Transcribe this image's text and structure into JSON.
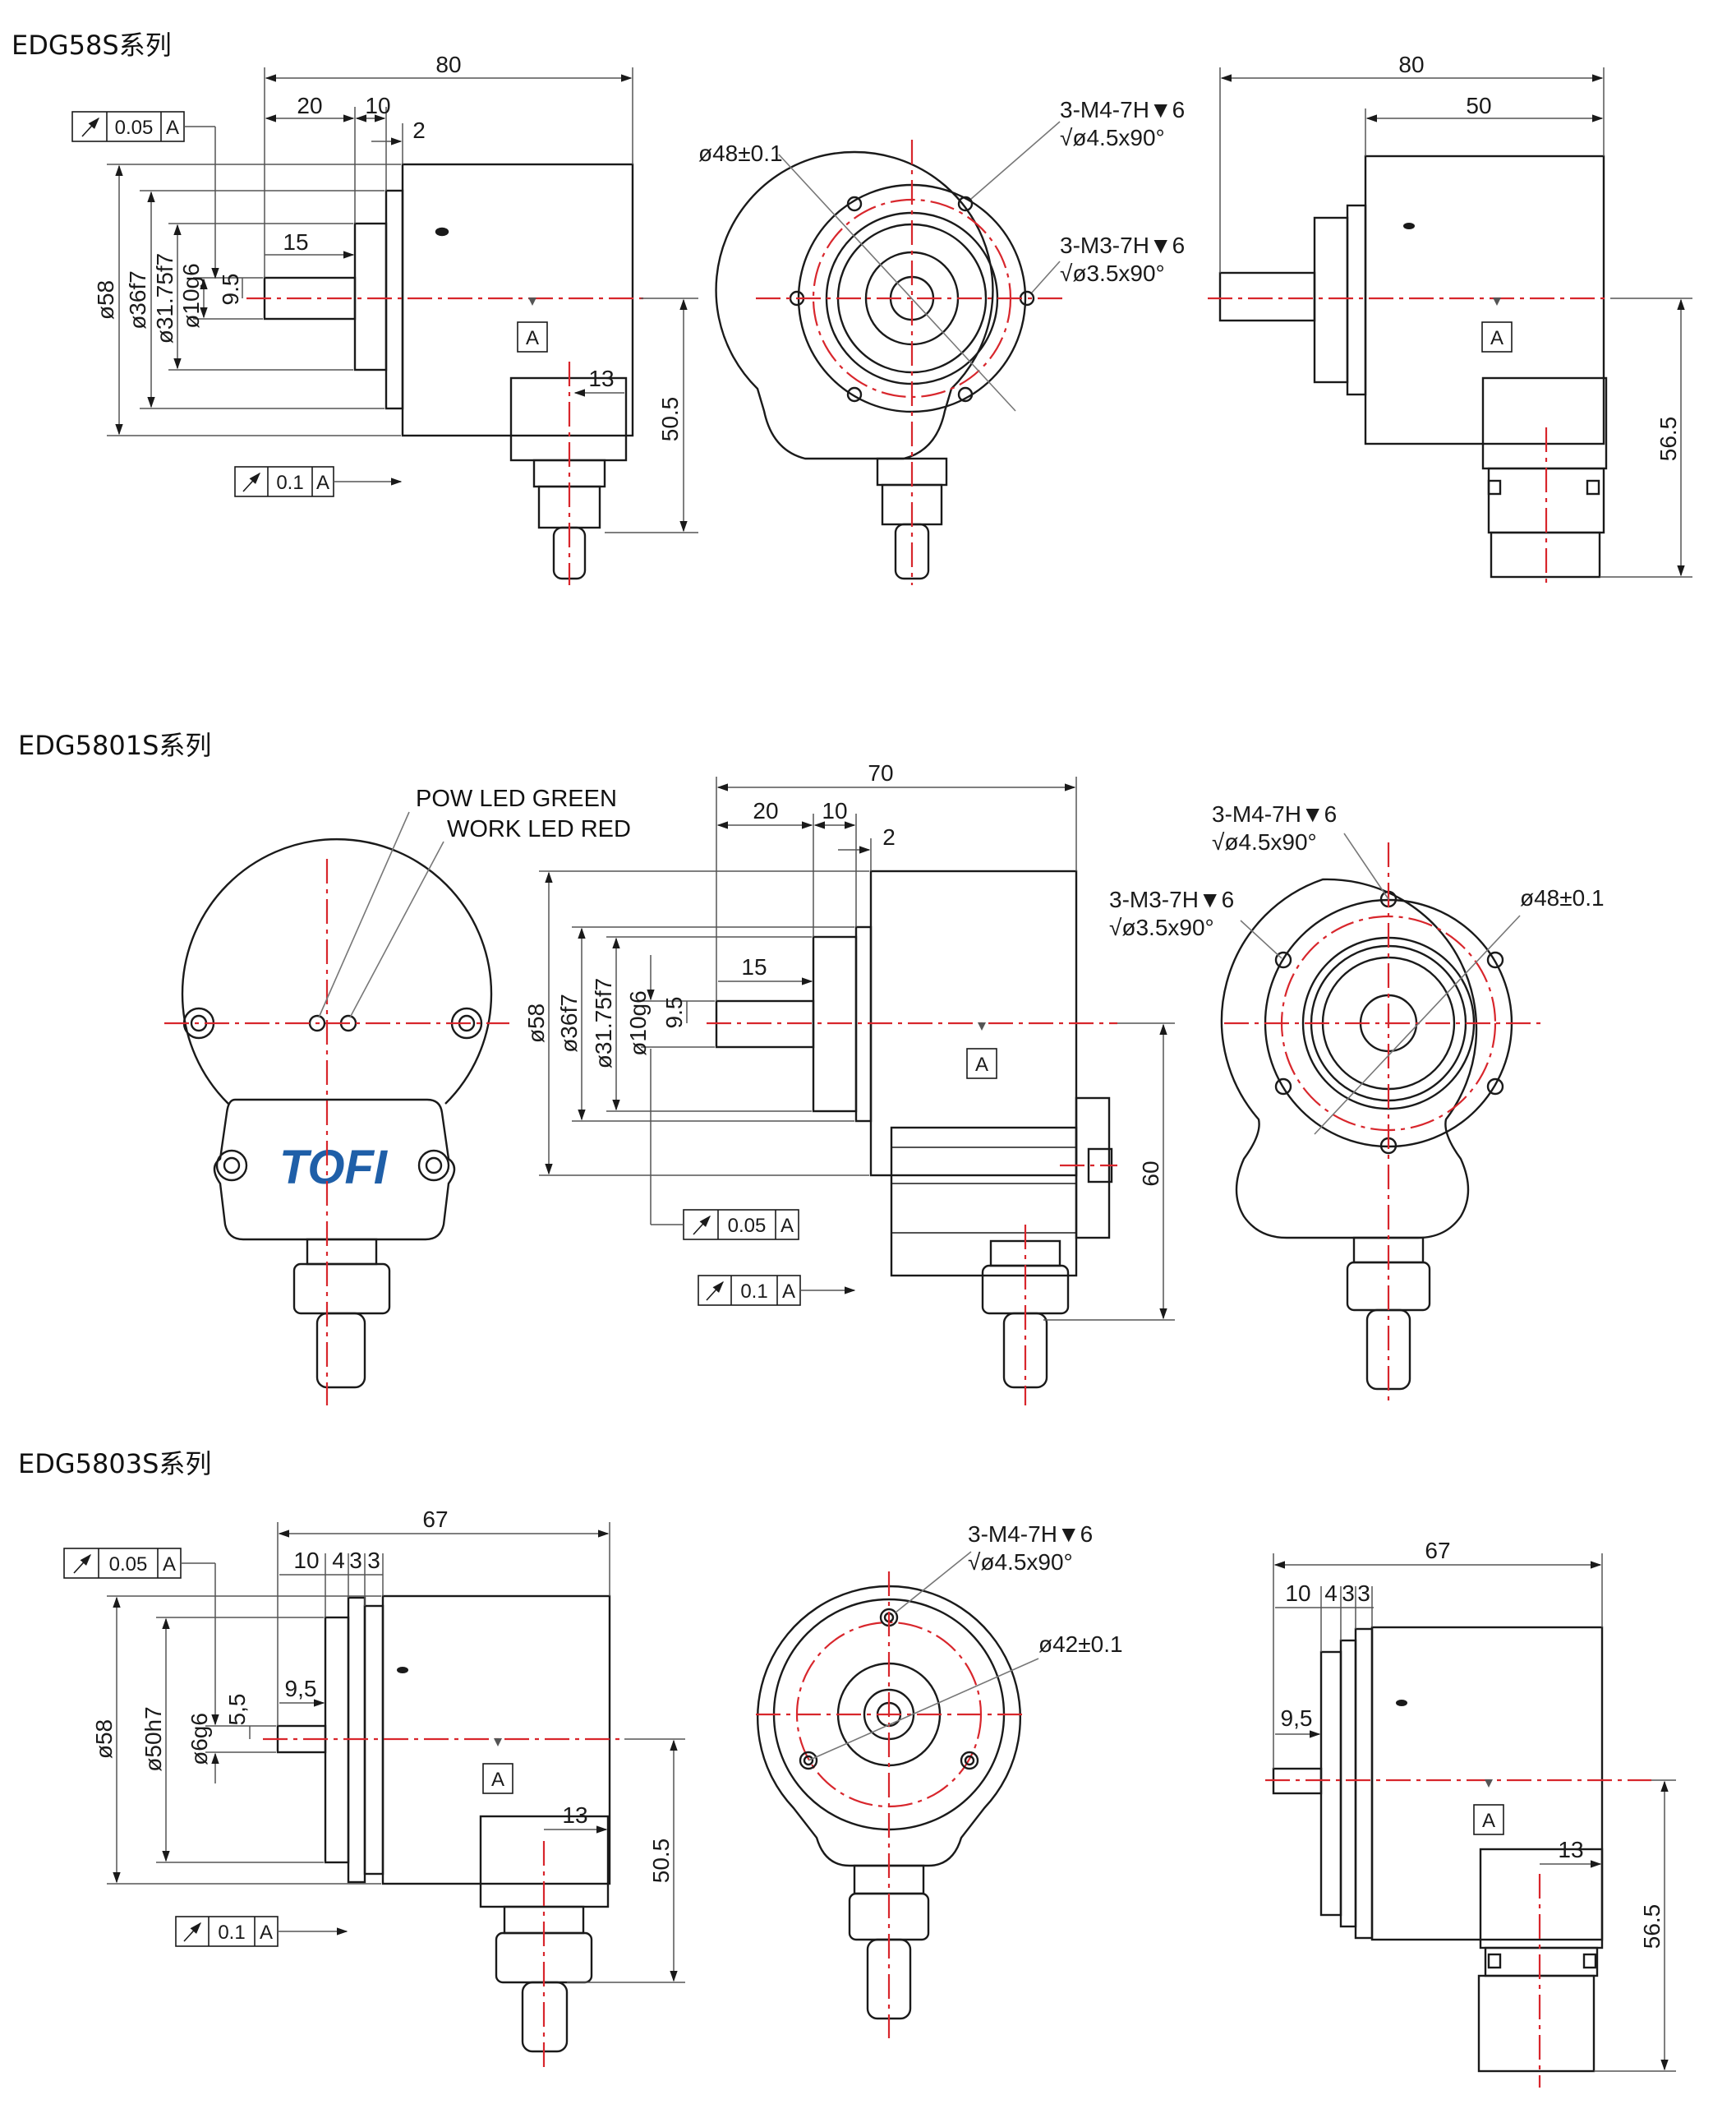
{
  "sections": [
    {
      "title": "EDG58S系列",
      "dims": {
        "d80": "80",
        "d20": "20",
        "d10": "10",
        "d2": "2",
        "d15": "15",
        "d13": "13",
        "d50_5": "50.5",
        "d58": "ø58",
        "d36": "ø36f7",
        "d31": "ø31.75f7",
        "d10g6": "ø10g6",
        "d9_5": "9.5",
        "d48": "ø48±0.1",
        "m4": "3-M4-7H▼6",
        "m4sub": "√ø4.5x90°",
        "m3": "3-M3-7H▼6",
        "m3sub": "√ø3.5x90°",
        "r80": "80",
        "r50": "50",
        "r56_5": "56.5"
      },
      "tol1": {
        "value": "0.05",
        "datum": "A"
      },
      "tol2": {
        "value": "0.1",
        "datum": "A"
      },
      "datum": "A"
    },
    {
      "title": "EDG5801S系列",
      "led_green": "POW LED GREEN",
      "led_red": "WORK LED RED",
      "logo": "TOFI",
      "dims": {
        "d70": "70",
        "d20": "20",
        "d10": "10",
        "d2": "2",
        "d15": "15",
        "d9_5": "9.5",
        "d58": "ø58",
        "d36": "ø36f7",
        "d31": "ø31.75f7",
        "d10g6": "ø10g6",
        "d60": "60",
        "m4": "3-M4-7H▼6",
        "m4sub": "√ø4.5x90°",
        "m3": "3-M3-7H▼6",
        "m3sub": "√ø3.5x90°",
        "d48": "ø48±0.1"
      },
      "tol1": {
        "value": "0.05",
        "datum": "A"
      },
      "tol2": {
        "value": "0.1",
        "datum": "A"
      },
      "datum": "A"
    },
    {
      "title": "EDG5803S系列",
      "dims": {
        "d67": "67",
        "d10": "10",
        "d4": "4",
        "d3a": "3",
        "d3b": "3",
        "d9_5": "9,5",
        "d5_5": "5,5",
        "d58": "ø58",
        "d50h7": "ø50h7",
        "d6g6": "ø6g6",
        "d13": "13",
        "d50_5": "50.5",
        "m4": "3-M4-7H▼6",
        "m4sub": "√ø4.5x90°",
        "d42": "ø42±0.1",
        "r67": "67",
        "r10": "10",
        "r4": "4",
        "r3a": "3",
        "r3b": "3",
        "r9_5": "9,5",
        "r13": "13",
        "r56_5": "56.5"
      },
      "tol1": {
        "value": "0.05",
        "datum": "A"
      },
      "tol2": {
        "value": "0.1",
        "datum": "A"
      },
      "datum": "A"
    }
  ],
  "colors": {
    "centerline": "#d8262c",
    "logo_blue": "#1f5fa8",
    "ink": "#1a1a1a"
  }
}
